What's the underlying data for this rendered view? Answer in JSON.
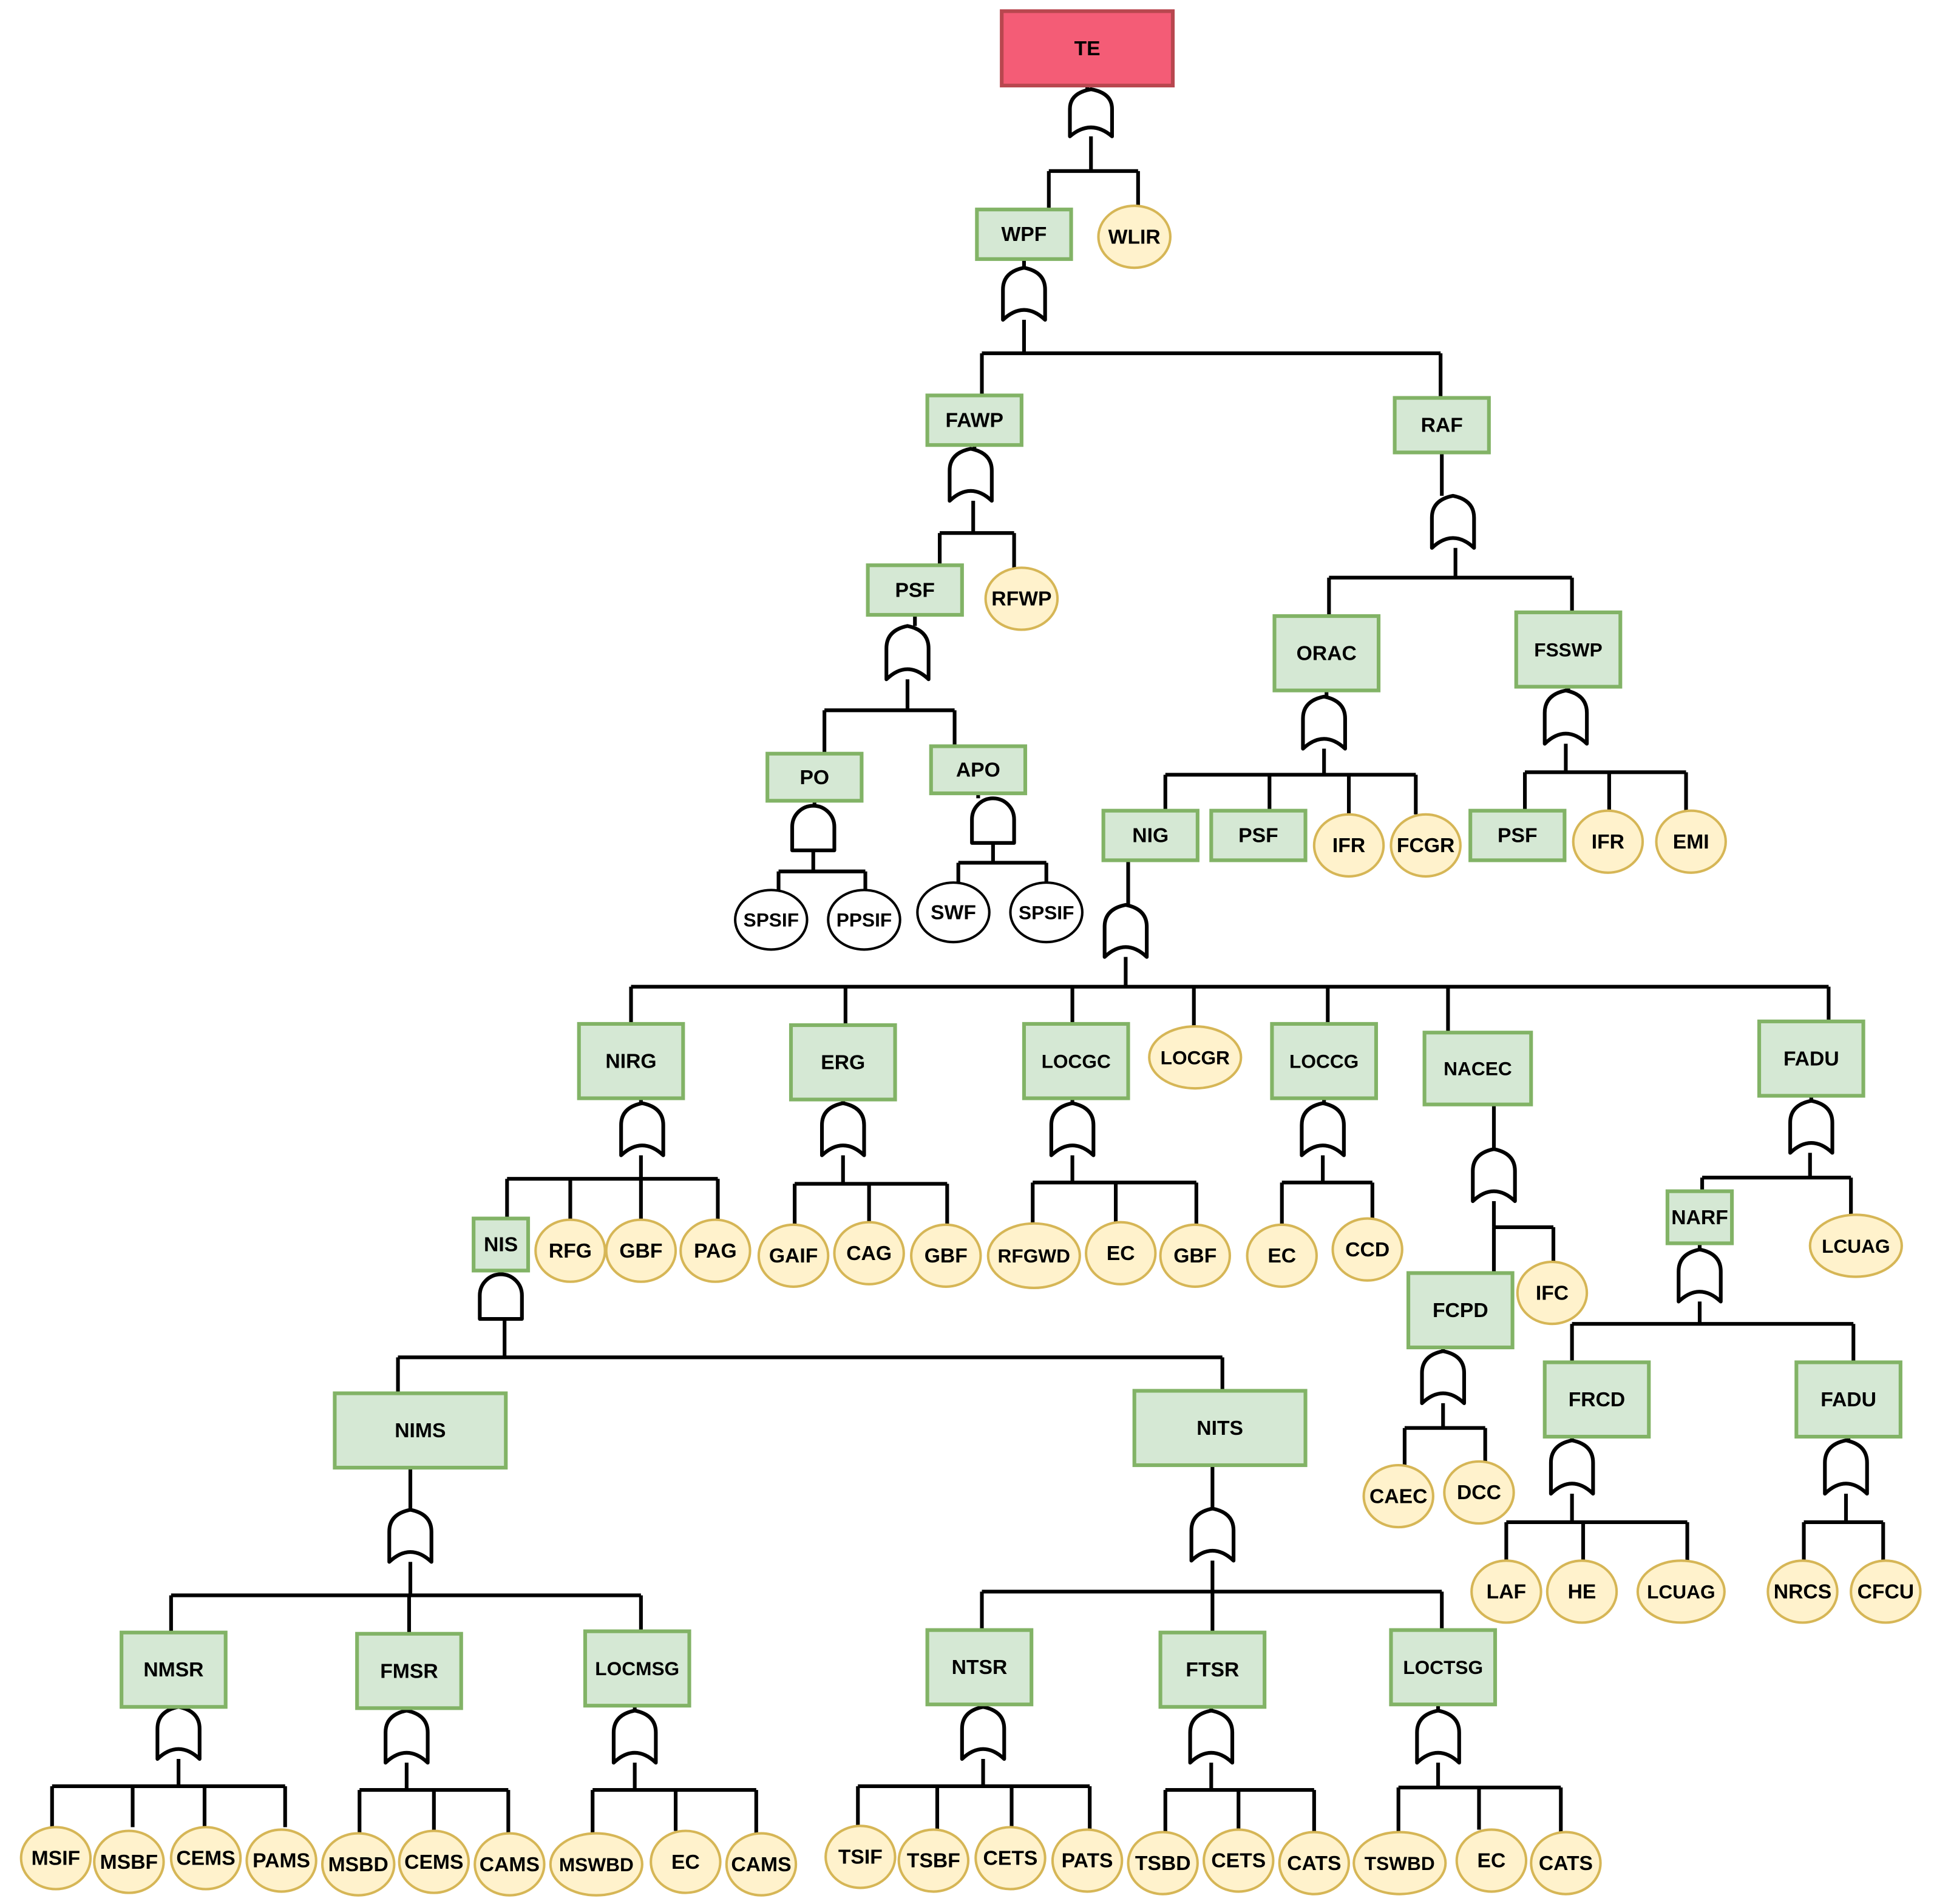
{
  "colors": {
    "top_fill": "#f45c76",
    "top_stroke": "#b8474f",
    "inter_fill": "#d5e8d4",
    "inter_stroke": "#82b366",
    "basic_fill": "#fff2cc",
    "basic_stroke": "#d6b656",
    "cond_fill": "#ffffff",
    "cond_stroke": "#000000",
    "line": "#000000"
  },
  "nodes": {
    "TE": "TE",
    "WPF": "WPF",
    "WLIR": "WLIR",
    "FAWP": "FAWP",
    "RAF": "RAF",
    "PSF1": "PSF",
    "RFWP": "RFWP",
    "PO": "PO",
    "APO": "APO",
    "SPSIF1": "SPSIF",
    "PPSIF": "PPSIF",
    "SWF": "SWF",
    "SPSIF2": "SPSIF",
    "ORAC": "ORAC",
    "FSSWP": "FSSWP",
    "NIG": "NIG",
    "PSF2": "PSF",
    "IFR1": "IFR",
    "FCGR": "FCGR",
    "PSF3": "PSF",
    "IFR2": "IFR",
    "EMI": "EMI",
    "NIRG": "NIRG",
    "ERG": "ERG",
    "LOCGC": "LOCGC",
    "LOCGR": "LOCGR",
    "LOCCG": "LOCCG",
    "NACEC": "NACEC",
    "FADU1": "FADU",
    "NIS": "NIS",
    "RFG": "RFG",
    "GBF1": "GBF",
    "PAG": "PAG",
    "GAIF": "GAIF",
    "CAG": "CAG",
    "GBF2": "GBF",
    "RFGWD": "RFGWD",
    "EC1": "EC",
    "GBF3": "GBF",
    "EC2": "EC",
    "CCD": "CCD",
    "FCPD": "FCPD",
    "IFC": "IFC",
    "CAEC": "CAEC",
    "DCC": "DCC",
    "NARF": "NARF",
    "LCUAG1": "LCUAG",
    "FRCD": "FRCD",
    "FADU2": "FADU",
    "LAF": "LAF",
    "HE": "HE",
    "LCUAG2": "LCUAG",
    "NRCS": "NRCS",
    "CFCU": "CFCU",
    "NIMS": "NIMS",
    "NITS": "NITS",
    "NMSR": "NMSR",
    "FMSR": "FMSR",
    "LOCMSG": "LOCMSG",
    "NTSR": "NTSR",
    "FTSR": "FTSR",
    "LOCTSG": "LOCTSG",
    "MSIF": "MSIF",
    "MSBF": "MSBF",
    "CEMS1": "CEMS",
    "PAMS": "PAMS",
    "MSBD": "MSBD",
    "CEMS2": "CEMS",
    "CAMS1": "CAMS",
    "MSWBD": "MSWBD",
    "EC3": "EC",
    "CAMS2": "CAMS",
    "TSIF": "TSIF",
    "TSBF": "TSBF",
    "CETS1": "CETS",
    "PATS": "PATS",
    "TSBD": "TSBD",
    "CETS2": "CETS",
    "CATS1": "CATS",
    "TSWBD": "TSWBD",
    "EC4": "EC",
    "CATS2": "CATS"
  }
}
